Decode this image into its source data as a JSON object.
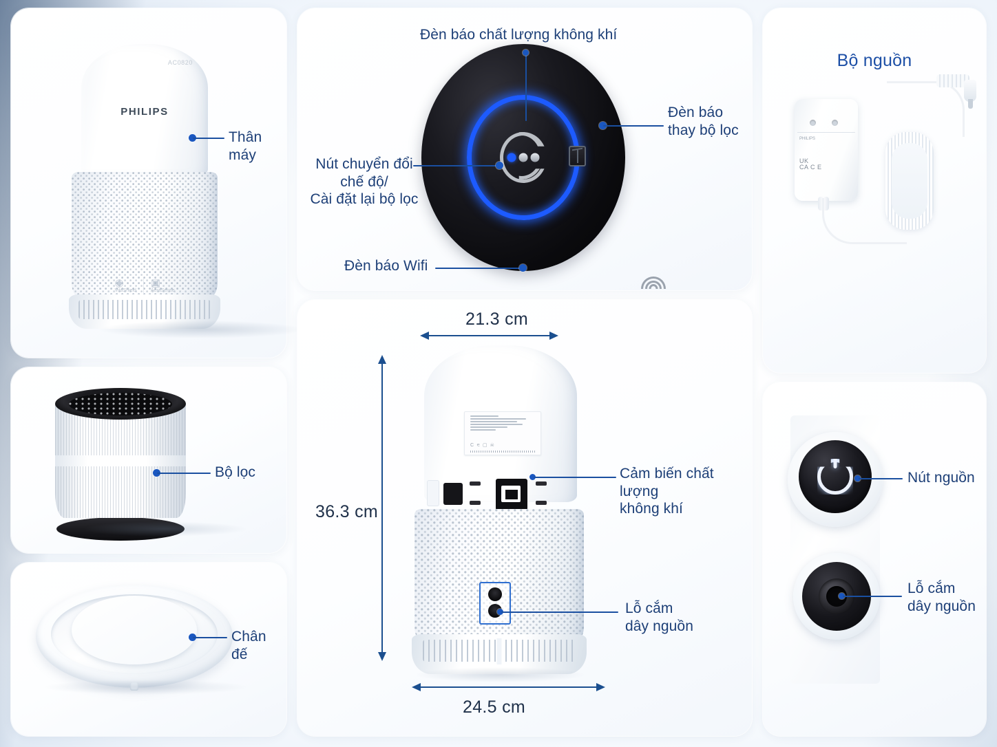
{
  "product": {
    "brand": "PHILIPS",
    "model_code": "AC0820"
  },
  "panels": {
    "body": {
      "label": "Thân máy"
    },
    "control": {
      "air_quality_light": "Đèn báo chất lượng không khí",
      "filter_replace_light": "Đèn báo\nthay bộ lọc",
      "mode_button": "Nút chuyển đổi\nchế độ/\nCài đặt lại bộ lọc",
      "wifi_light": "Đèn báo Wifi"
    },
    "power_supply": {
      "title": "Bộ nguồn",
      "adapter_brand": "PHILIPS",
      "adapter_marks": "UK\nCA   C E"
    },
    "filter": {
      "label": "Bộ lọc"
    },
    "base": {
      "label": "Chân đế"
    },
    "dimensions": {
      "width_top": "21.3 cm",
      "height": "36.3 cm",
      "width_bottom": "24.5 cm",
      "air_quality_sensor": "Cảm biến chất lượng\nkhông khí",
      "power_socket": "Lỗ cắm\ndây nguồn"
    },
    "buttons": {
      "power_button": "Nút nguồn",
      "power_socket": "Lỗ cắm\ndây nguồn"
    }
  },
  "colors": {
    "label_text": "#1d3f77",
    "title_blue": "#1d4fa6",
    "leader_line": "#1a4fa0",
    "accent_ring": "#1d5bff",
    "dimension_text": "#20314a",
    "background_edge": "#1b3a63"
  }
}
